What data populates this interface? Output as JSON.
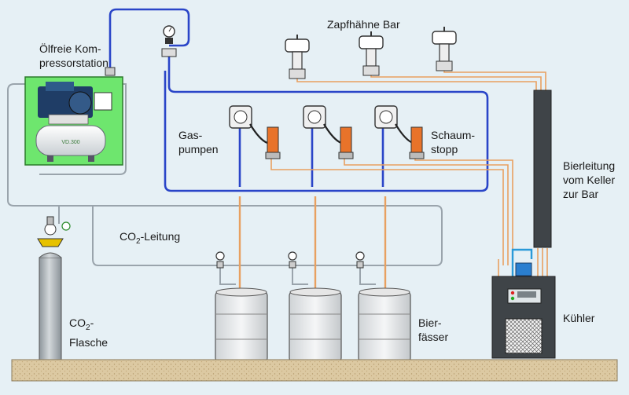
{
  "labels": {
    "compressor": "Ölfreie Kom-\npressorstation",
    "taps": "Zapfhähne Bar",
    "gas_pumps": "Gas-\npumpen",
    "foam_stop": "Schaum-\nstopp",
    "beer_line": "Bierleitung\nvom Keller\nzur Bar",
    "co2_line_prefix": "CO",
    "co2_line_sub": "2",
    "co2_line_suffix": "-Leitung",
    "co2_bottle_prefix": "CO",
    "co2_bottle_sub": "2",
    "co2_bottle_suffix": "-\nFlasche",
    "kegs": "Bier-\nfässer",
    "cooler": "Kühler",
    "tank_marking": "VD.300"
  },
  "colors": {
    "background": "#e6f0f5",
    "floor": "#dcc9a2",
    "gas_line": "#2a45c8",
    "beer_line": "#e8a060",
    "co2_line": "#9aa4ac",
    "compressor_box": "#6ee66e",
    "pump_accent": "#e8732a"
  }
}
